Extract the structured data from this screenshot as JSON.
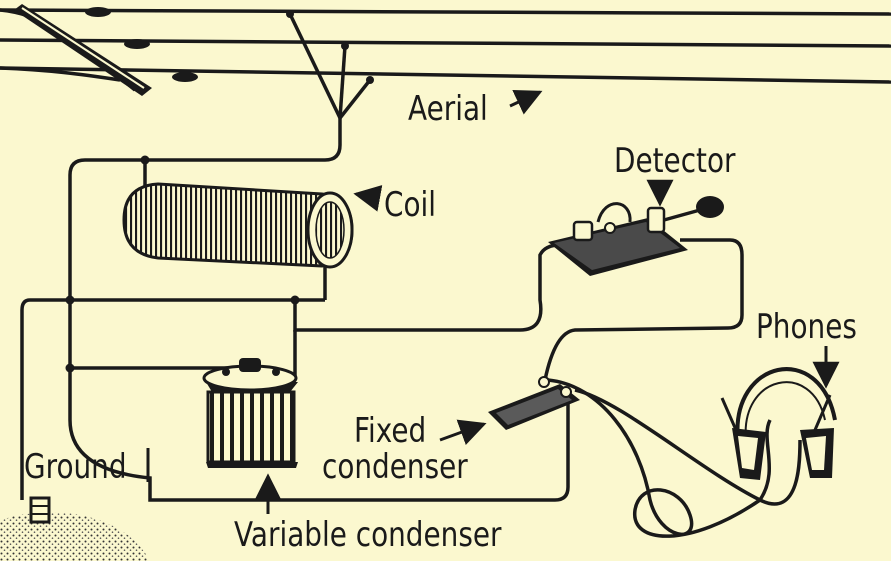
{
  "labels": {
    "aerial": "Aerial",
    "coil": "Coil",
    "detector": "Detector",
    "phones": "Phones",
    "fixed_condenser_line1": "Fixed",
    "fixed_condenser_line2": "condenser",
    "ground": "Ground",
    "variable_condenser": "Variable condenser"
  },
  "colors": {
    "background": "#fbf8cf",
    "ink": "#1a1a1a",
    "paper": "#fbf8cf"
  }
}
